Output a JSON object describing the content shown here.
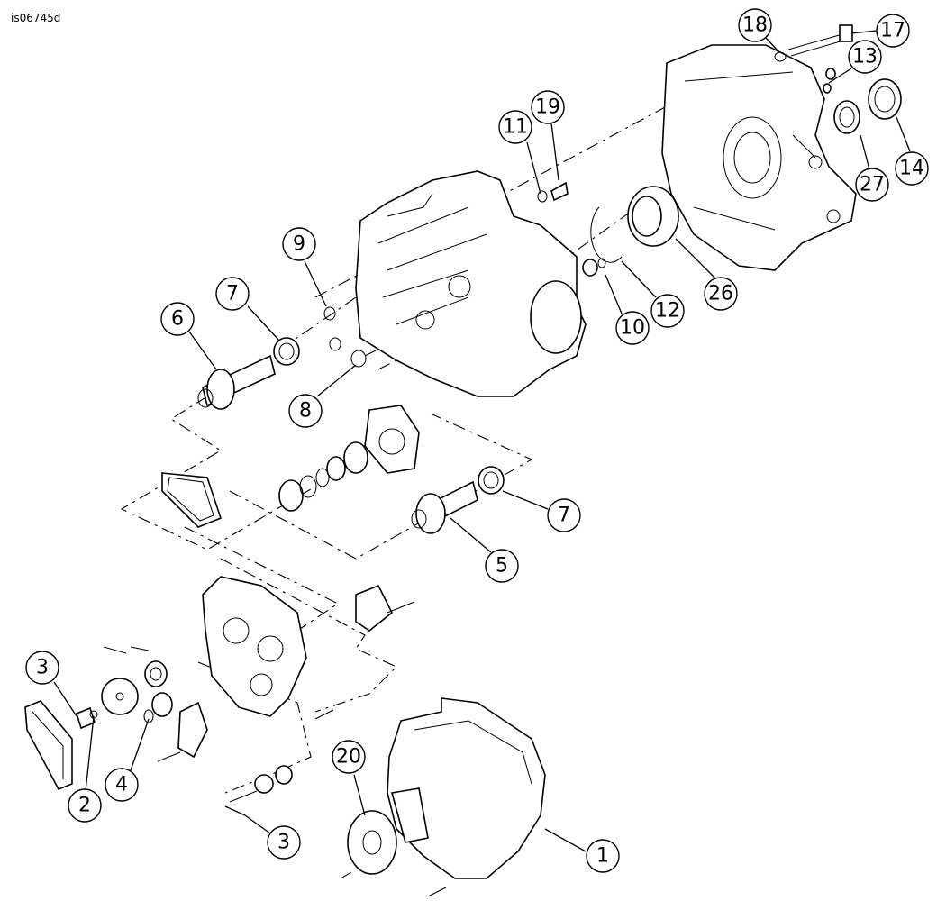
{
  "figure_id": "is06745d",
  "callouts": [
    {
      "label": "18"
    },
    {
      "label": "17"
    },
    {
      "label": "13"
    },
    {
      "label": "14"
    },
    {
      "label": "27"
    },
    {
      "label": "11"
    },
    {
      "label": "19"
    },
    {
      "label": "26"
    },
    {
      "label": "12"
    },
    {
      "label": "10"
    },
    {
      "label": "9"
    },
    {
      "label": "7"
    },
    {
      "label": "6"
    },
    {
      "label": "8"
    },
    {
      "label": "7"
    },
    {
      "label": "5"
    },
    {
      "label": "3"
    },
    {
      "label": "4"
    },
    {
      "label": "2"
    },
    {
      "label": "20"
    },
    {
      "label": "3"
    },
    {
      "label": "1"
    }
  ]
}
